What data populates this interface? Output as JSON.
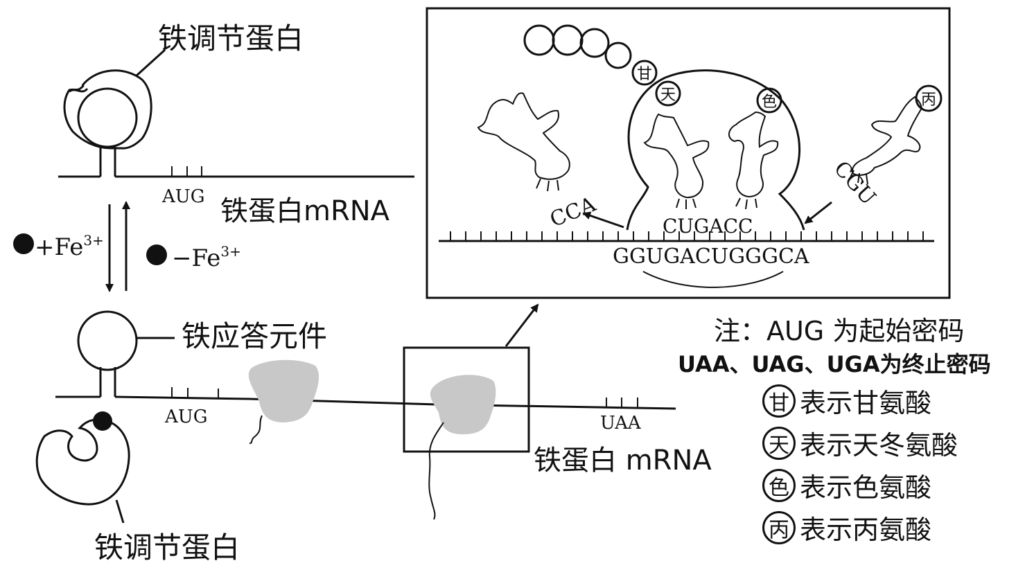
{
  "labels": {
    "iron_reg_protein_top": "铁调节蛋白",
    "iron_reg_protein_bottom": "铁调节蛋白",
    "iron_response_element": "铁应答元件",
    "ferritin_mrna_top": "铁蛋白mRNA",
    "ferritin_mrna_bottom": "铁蛋白 mRNA",
    "aug_top": "AUG",
    "aug_bottom": "AUG",
    "uaa": "UAA",
    "plus_fe": "+Fe",
    "minus_fe": "−Fe",
    "fe_superscript": "3+"
  },
  "zoom": {
    "amino_acids": [
      "甘",
      "天",
      "色",
      "丙"
    ],
    "anticodon_left": "CCA",
    "anticodon_right": "CGU",
    "ribosome_codons": "CUGACC",
    "mrna_sequence": "GGUGACUGGGCA"
  },
  "legend": {
    "note_line1": "注：AUG 为起始密码",
    "note_line2": "UAA、UAG、UGA为终止密码",
    "items": [
      {
        "symbol": "甘",
        "text": "表示甘氨酸"
      },
      {
        "symbol": "天",
        "text": "表示天冬氨酸"
      },
      {
        "symbol": "色",
        "text": "表示色氨酸"
      },
      {
        "symbol": "丙",
        "text": "表示丙氨酸"
      }
    ]
  }
}
